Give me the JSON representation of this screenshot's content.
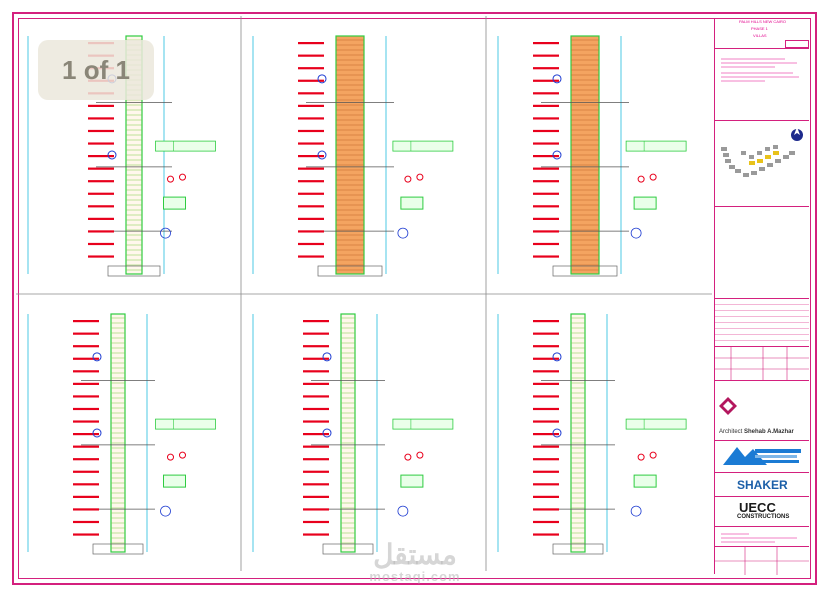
{
  "viewer": {
    "page_indicator": "1 of 1"
  },
  "title_block": {
    "project_lines": [
      "PALM HILLS NEW CAIRO",
      "PHASE 1",
      "VILLAS"
    ],
    "architect_prefix": "Architect",
    "architect_name": "Shehab A.Mazhar",
    "contractor_logo_1": "SHAKER",
    "contractor_logo_2_main": "UECC",
    "contractor_logo_2_sub": "CONSTRUCTIONS"
  },
  "watermark": {
    "arabic": "مستقل",
    "latin": "mostaqi.com"
  },
  "colors": {
    "frame": "#d4207e",
    "column_fill": "#f4a460",
    "column_outline": "#2ecc40",
    "annotation": "#e8001c",
    "dimension": "#00b4d8"
  },
  "icons": [
    "north-arrow-icon",
    "site-plan-thumbnail",
    "client-logo-icon"
  ]
}
